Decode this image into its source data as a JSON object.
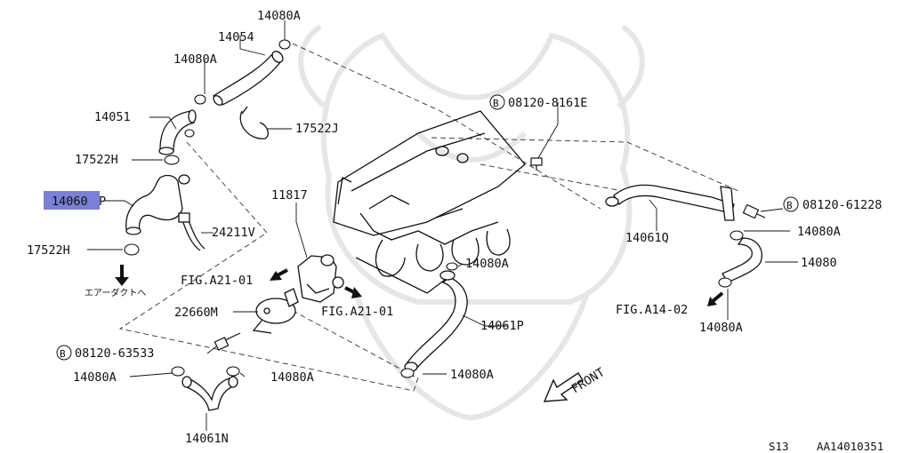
{
  "labels": {
    "p14080A_top": "14080A",
    "p14054": "14054",
    "p14080A_a": "14080A",
    "p14051": "14051",
    "p17522J": "17522J",
    "p17522H_1": "17522H",
    "p14060": "14060",
    "p24211V": "24211V",
    "p17522H_2": "17522H",
    "air_duct_jp": "エアーダクトへ",
    "fig_a21_01_left": "FIG.A21-01",
    "p11817": "11817",
    "p22660M": "22660M",
    "fig_a21_01_bottom": "FIG.A21-01",
    "b08120_63533": "08120-63533",
    "p14080A_left": "14080A",
    "p14080A_clamp": "14080A",
    "p14061N": "14061N",
    "p14080A_mid": "14080A",
    "p14061P": "14061P",
    "p14080A_lower": "14080A",
    "front": "FRONT",
    "b08120_8161E": "08120-8161E",
    "p14061Q": "14061Q",
    "b08120_61228": "08120-61228",
    "p14080A_right": "14080A",
    "p14080": "14080",
    "fig_a14_02": "FIG.A14-02",
    "p14080A_bottomright": "14080A",
    "bolt_symbol": "B"
  },
  "footer": {
    "model": "S13",
    "code": "AA14010351"
  },
  "highlight": {
    "part": "14060",
    "color": "#7b7fd6"
  }
}
